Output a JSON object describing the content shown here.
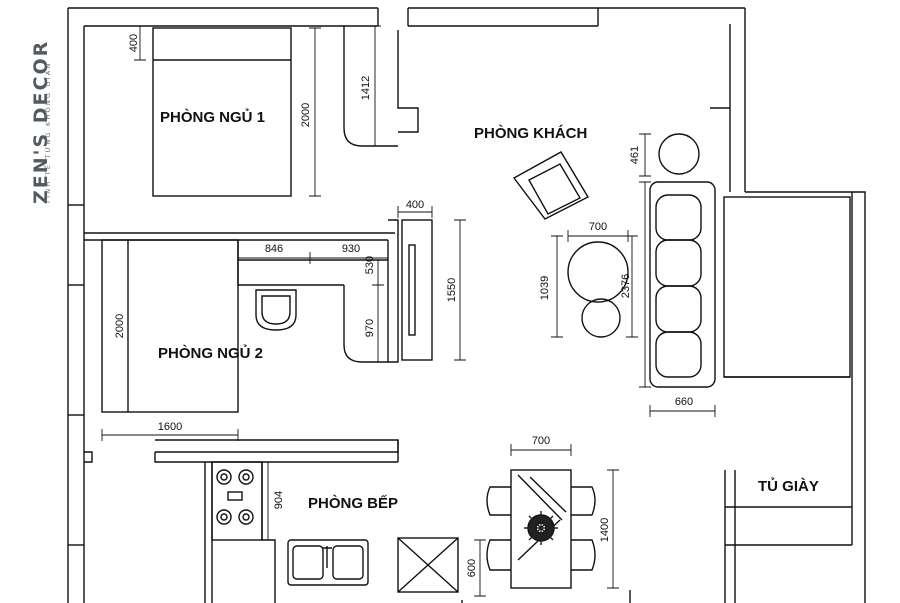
{
  "brand": {
    "name": "ZEN'S DECOR",
    "tagline": "TINH TẾ TỪNG KHÔNG GIAN"
  },
  "rooms": {
    "bedroom1": "PHÒNG NGỦ 1",
    "bedroom2": "PHÒNG NGỦ 2",
    "living": "PHÒNG KHÁCH",
    "kitchen": "PHÒNG BẾP",
    "shoe_cabinet": "TỦ GIÀY"
  },
  "dimensions": {
    "bed1_top_gap": "400",
    "bed1_length": "2000",
    "wardrobe1_length": "1412",
    "desk_width": "400",
    "armchair_side": "461",
    "coffee_table_width": "700",
    "coffee_table_depth": "1039",
    "sofa_length": "2376",
    "wardrobe2_width": "846",
    "wc_width": "930",
    "wc_depth": "530",
    "wc_length": "970",
    "tv_cabinet_length": "1550",
    "bed2_length": "2000",
    "bed2_width": "1600",
    "sofa_depth": "660",
    "dining_table_width": "700",
    "dining_table_length": "1400",
    "kitchen_counter_depth": "904",
    "sink_counter_depth": "600"
  }
}
